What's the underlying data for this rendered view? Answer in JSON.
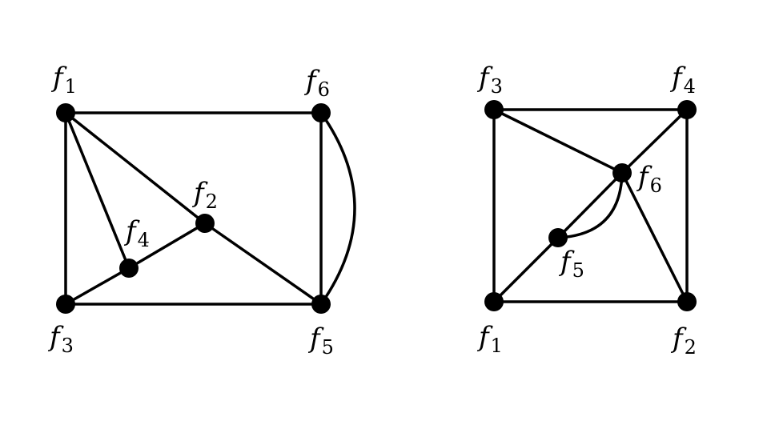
{
  "graphs": [
    {
      "name": "left-graph",
      "nodes": [
        {
          "id": "f1",
          "base": "f",
          "sub": "1"
        },
        {
          "id": "f6",
          "base": "f",
          "sub": "6"
        },
        {
          "id": "f2",
          "base": "f",
          "sub": "2"
        },
        {
          "id": "f4",
          "base": "f",
          "sub": "4"
        },
        {
          "id": "f3",
          "base": "f",
          "sub": "3"
        },
        {
          "id": "f5",
          "base": "f",
          "sub": "5"
        }
      ],
      "edges": [
        [
          "f1",
          "f6"
        ],
        [
          "f1",
          "f3"
        ],
        [
          "f6",
          "f5"
        ],
        [
          "f6",
          "f5",
          "curved"
        ],
        [
          "f1",
          "f4"
        ],
        [
          "f1",
          "f2"
        ],
        [
          "f2",
          "f5"
        ],
        [
          "f3",
          "f4"
        ],
        [
          "f4",
          "f2"
        ],
        [
          "f3",
          "f5"
        ]
      ]
    },
    {
      "name": "right-graph",
      "nodes": [
        {
          "id": "f3",
          "base": "f",
          "sub": "3"
        },
        {
          "id": "f4",
          "base": "f",
          "sub": "4"
        },
        {
          "id": "f6",
          "base": "f",
          "sub": "6"
        },
        {
          "id": "f5",
          "base": "f",
          "sub": "5"
        },
        {
          "id": "f1",
          "base": "f",
          "sub": "1"
        },
        {
          "id": "f2",
          "base": "f",
          "sub": "2"
        }
      ],
      "edges": [
        [
          "f3",
          "f4"
        ],
        [
          "f3",
          "f1"
        ],
        [
          "f4",
          "f2"
        ],
        [
          "f1",
          "f2"
        ],
        [
          "f3",
          "f6"
        ],
        [
          "f1",
          "f5"
        ],
        [
          "f5",
          "f6"
        ],
        [
          "f6",
          "f4"
        ],
        [
          "f6",
          "f2"
        ],
        [
          "f5",
          "f6",
          "curved"
        ]
      ]
    }
  ]
}
